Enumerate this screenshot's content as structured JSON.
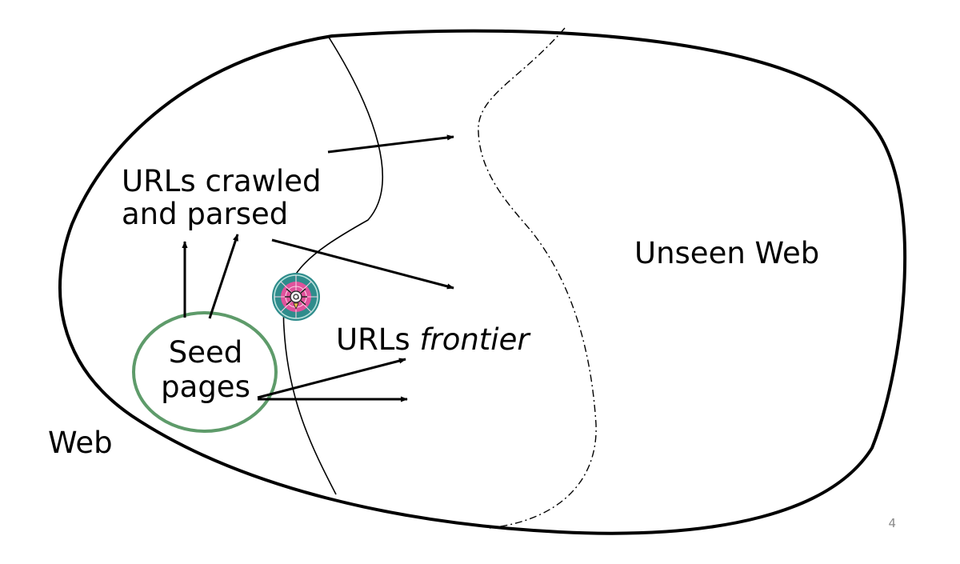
{
  "slide": {
    "labels": {
      "crawled_line1": "URLs crawled",
      "crawled_line2": "and parsed",
      "unseen": "Unseen Web",
      "frontier_prefix": "URLs ",
      "frontier_emphasis": "frontier",
      "seed_line1": "Seed",
      "seed_line2": "pages",
      "web": "Web"
    },
    "page_number": "4"
  },
  "colors": {
    "outline": "#000000",
    "seed_circle": "#5e9b6a",
    "page_number": "#8a8a8a",
    "spider_badge_outer": "#2f8c8c",
    "spider_badge_inner": "#e0529c"
  },
  "icons": {
    "crawler": "spider-web-icon"
  }
}
